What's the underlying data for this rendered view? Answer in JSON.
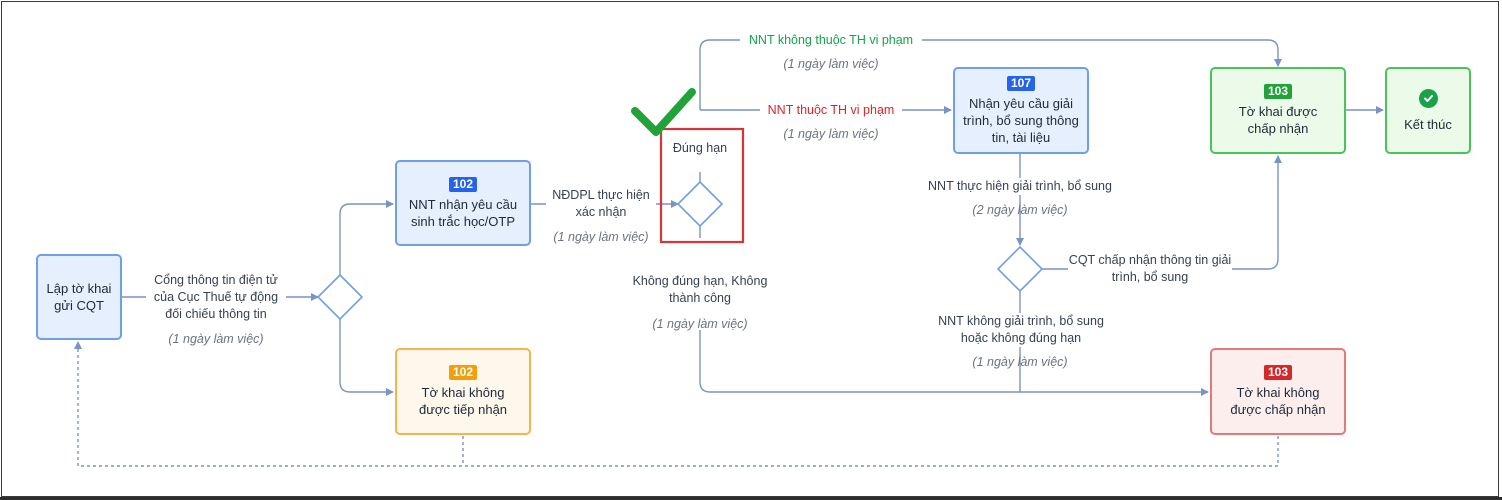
{
  "colors": {
    "arrow": "#7a93c2",
    "blue_box": "#6f9fe6",
    "orange_box": "#f5b44c",
    "green_box": "#49c45b",
    "red_box": "#e27a7a",
    "highlight": "#d9343a",
    "checkmark": "#22a33a"
  },
  "nodes": {
    "start": {
      "text": "Lập tờ khai gửi CQT"
    },
    "biometric": {
      "badge": "102",
      "text": "NNT nhận yêu cầu sinh trắc học/OTP"
    },
    "not_received": {
      "badge": "102",
      "text": "Tờ khai không được tiếp nhận"
    },
    "explain": {
      "badge": "107",
      "text": "Nhận yêu cầu giải trình, bổ sung thông tin, tài liệu"
    },
    "accepted": {
      "badge": "103",
      "text": "Tờ khai được chấp nhận"
    },
    "end": {
      "text": "Kết thúc",
      "icon": "check-circle-icon"
    },
    "not_accepted": {
      "badge": "103",
      "text": "Tờ khai không được chấp nhận"
    }
  },
  "labels": {
    "portal": "Cổng thông tin điện tử của Cục Thuế tự động đối chiếu thông tin",
    "portal_note": "(1 ngày làm việc)",
    "nddpl": "NĐDPL thực hiện xác nhận",
    "nddpl_note": "(1 ngày làm việc)",
    "on_time": "Đúng hạn",
    "not_on_time": "Không đúng hạn, Không thành công",
    "not_on_time_note": "(1 ngày làm việc)",
    "not_violation": "NNT không thuộc TH vi phạm",
    "not_violation_note": "(1 ngày làm việc)",
    "violation": "NNT thuộc TH vi phạm",
    "violation_note": "(1 ngày làm việc)",
    "nnt_explain": "NNT thực hiện giải trình, bổ sung",
    "nnt_explain_note": "(2 ngày làm việc)",
    "cqt_accept": "CQT chấp nhận thông tin giải trình, bổ sung",
    "nnt_no_explain": "NNT không giải trình, bổ sung hoặc không đúng hạn",
    "nnt_no_explain_note": "(1 ngày làm việc)"
  },
  "icons": [
    "checkmark-icon",
    "check-circle-icon"
  ]
}
